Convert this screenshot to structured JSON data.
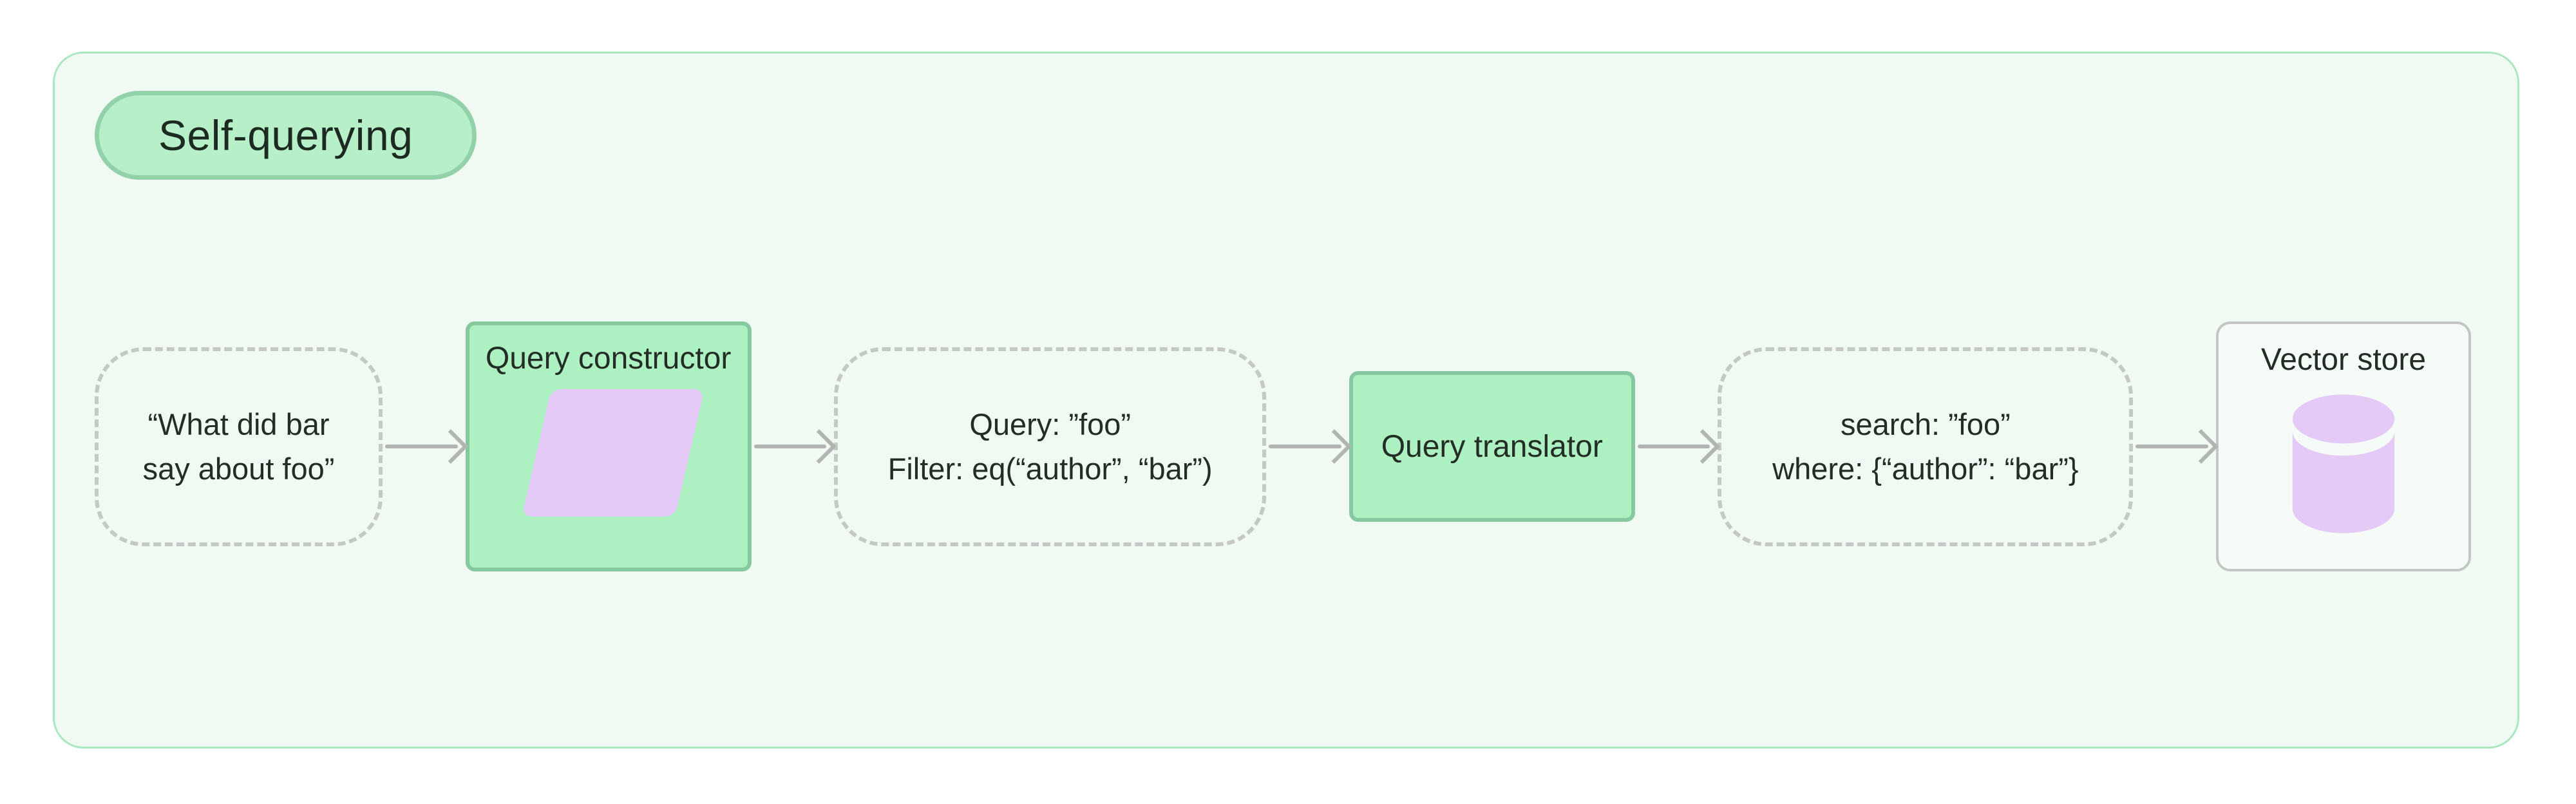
{
  "diagram": {
    "title": "Self-querying",
    "colors": {
      "panel_background": "#f0faf3",
      "panel_border": "#a9e8c0",
      "pill_background": "#b7efc9",
      "pill_border": "#93d1ab",
      "process_fill": "#adf0c2",
      "process_border": "#87c8a0",
      "dashed_border": "#c5c9c5",
      "store_fill": "#f5fcf7",
      "store_border": "#c3c7c4",
      "arrow": "#b1b5b1",
      "shape_purple": "#e5caf7",
      "text": "#232d26"
    },
    "nodes": [
      {
        "id": "user-question",
        "type": "dashed",
        "lines": [
          "“What did bar",
          "say about foo”"
        ]
      },
      {
        "id": "query-constructor",
        "type": "process",
        "label": "Query constructor",
        "icon": "parallelogram-icon"
      },
      {
        "id": "structured-query",
        "type": "dashed",
        "lines": [
          "Query: ”foo”",
          "Filter: eq(“author”, “bar”)"
        ]
      },
      {
        "id": "query-translator",
        "type": "process",
        "label": "Query translator"
      },
      {
        "id": "native-query",
        "type": "dashed",
        "lines": [
          "search: ”foo”",
          "where: {“author”: “bar”}"
        ]
      },
      {
        "id": "vector-store",
        "type": "store",
        "label": "Vector store",
        "icon": "database-cylinder-icon"
      }
    ]
  }
}
